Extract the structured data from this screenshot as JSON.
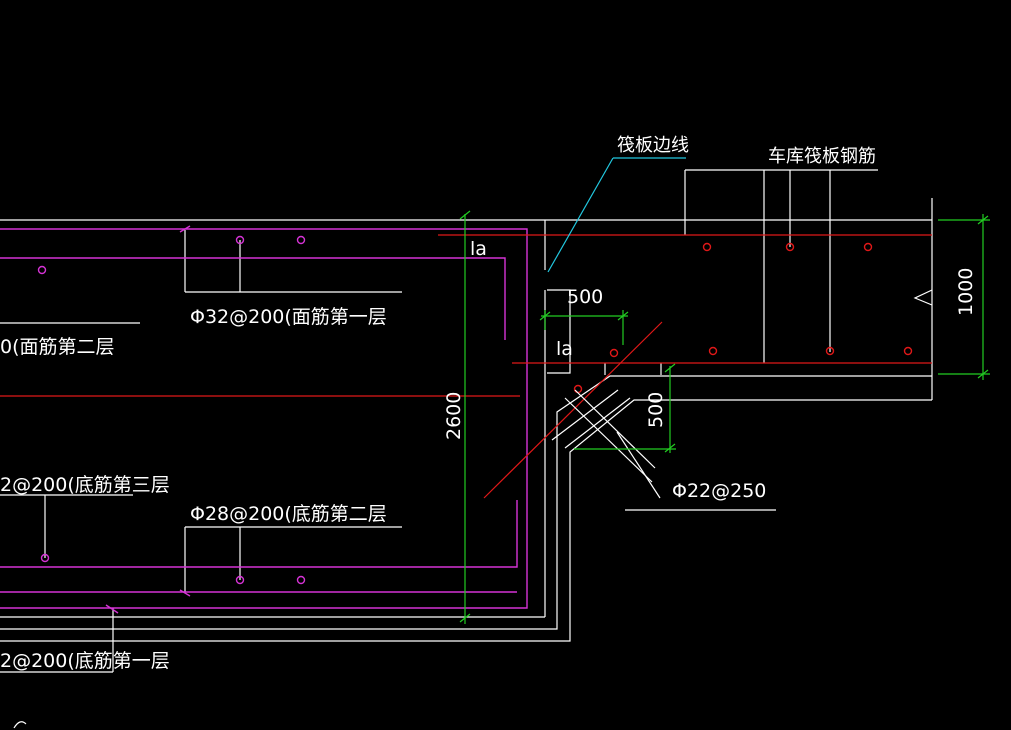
{
  "colors": {
    "background": "#000000",
    "outline": "#ffffff",
    "rebar_magenta": "#d633d6",
    "rebar_red": "#e01818",
    "dimension_green": "#22cc22",
    "leader_cyan": "#22c8e0"
  },
  "labels": {
    "raft_edge_line": "筏板边线",
    "garage_raft_rebar": "车库筏板钢筋",
    "top_layer1": "Φ32@200(面筋第一层",
    "top_layer2": "0(面筋第二层",
    "bottom_layer3": "2@200(底筋第三层",
    "bottom_layer2": "Φ28@200(底筋第二层",
    "bottom_layer1": "2@200(底筋第一层",
    "diagonal_bar": "Φ22@250"
  },
  "dimensions": {
    "depth_2600": "2600",
    "depth_1000": "1000",
    "offset_500_h": "500",
    "offset_500_v": "500",
    "la_top": "la",
    "la_mid": "la"
  }
}
